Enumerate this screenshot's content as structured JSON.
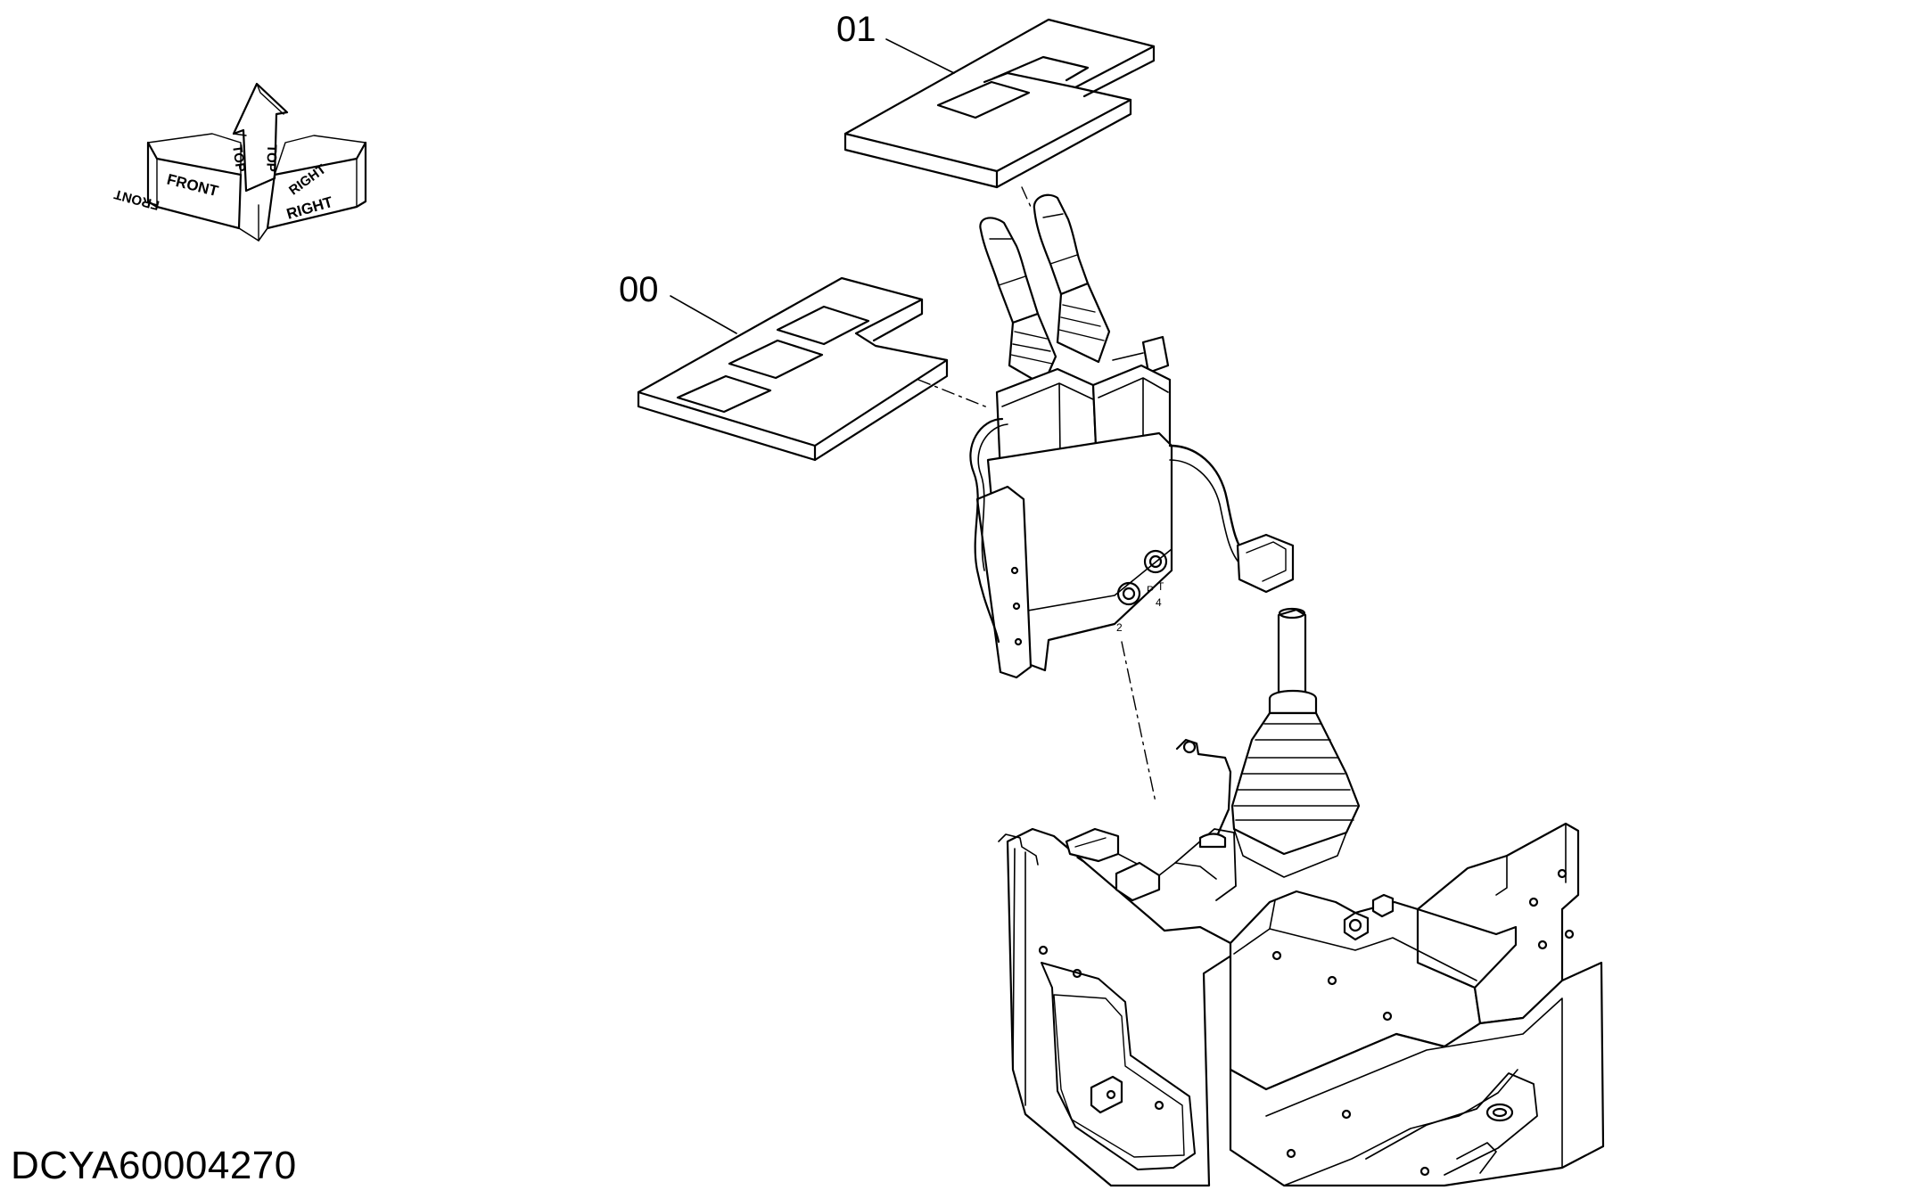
{
  "callouts": [
    {
      "id": "callout-00",
      "label": "00"
    },
    {
      "id": "callout-01",
      "label": "01"
    }
  ],
  "orientation": {
    "front": "FRONT",
    "top": "TOP",
    "right": "RIGHT"
  },
  "port_marks": {
    "p": "P",
    "t": "T",
    "n2": "2",
    "n4": "4"
  },
  "drawing_id": "DCYA60004270",
  "colors": {
    "line": "#000000",
    "background": "#ffffff"
  }
}
